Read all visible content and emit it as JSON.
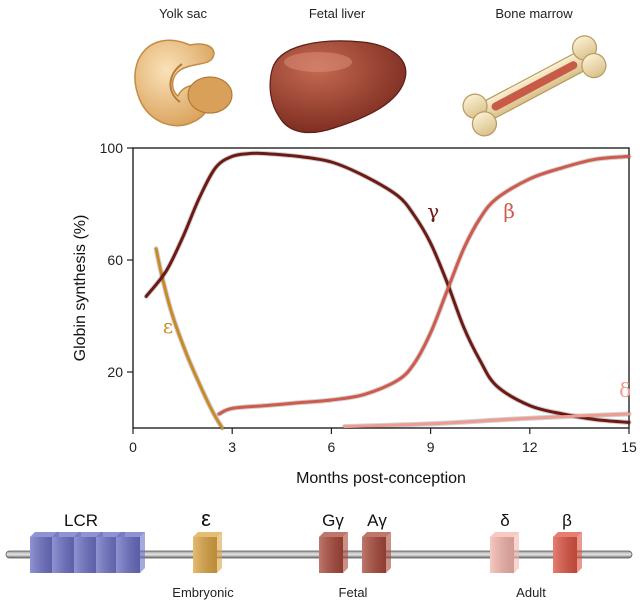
{
  "organs": [
    {
      "label": "Yolk sac",
      "icon": "yolk-sac-icon"
    },
    {
      "label": "Fetal liver",
      "icon": "liver-icon"
    },
    {
      "label": "Bone marrow",
      "icon": "bone-icon"
    }
  ],
  "chart_data": {
    "type": "line",
    "xlabel": "Months post-conception",
    "ylabel": "Globin synthesis (%)",
    "xlim": [
      0,
      15
    ],
    "ylim": [
      0,
      100
    ],
    "xticks": [
      0,
      3,
      6,
      9,
      12,
      15
    ],
    "yticks": [
      20,
      60,
      100
    ],
    "grid": false,
    "series": [
      {
        "name": "ε",
        "color": "#c98a2a",
        "x": [
          0.7,
          0.9,
          1.2,
          1.6,
          2.0,
          2.4,
          2.7
        ],
        "y": [
          64,
          53,
          40,
          27,
          16,
          6,
          0
        ]
      },
      {
        "name": "γ",
        "color": "#6e1a14",
        "x": [
          0.4,
          1.0,
          1.5,
          2.0,
          2.5,
          3.0,
          3.5,
          4.0,
          5.0,
          6.0,
          7.0,
          8.0,
          8.5,
          9.0,
          9.5,
          10.0,
          10.5,
          11.0,
          12.0,
          13.0,
          14.0,
          15.0
        ],
        "y": [
          47,
          56,
          68,
          82,
          93,
          97,
          98,
          98,
          97,
          95,
          90,
          83,
          76,
          66,
          52,
          36,
          24,
          15,
          8,
          5,
          3,
          2
        ]
      },
      {
        "name": "β",
        "color": "#d05a4c",
        "x": [
          2.6,
          3.0,
          4.0,
          5.0,
          6.0,
          7.0,
          8.0,
          8.5,
          9.0,
          9.5,
          10.0,
          10.5,
          11.0,
          12.0,
          13.0,
          14.0,
          15.0
        ],
        "y": [
          5,
          7,
          8,
          9,
          10,
          12,
          17,
          23,
          34,
          49,
          64,
          75,
          82,
          89,
          93,
          96,
          97
        ]
      },
      {
        "name": "δ",
        "color": "#ef9c90",
        "x": [
          6.4,
          9.0,
          12.0,
          15.0
        ],
        "y": [
          0.5,
          1.5,
          3.5,
          5
        ]
      }
    ]
  },
  "genes": [
    {
      "label": "LCR",
      "color": "#6b6fc4"
    },
    {
      "label": "ε",
      "color": "#dca543"
    },
    {
      "label": "Gγ",
      "color": "#a9483a"
    },
    {
      "label": "Aγ",
      "color": "#a9483a"
    },
    {
      "label": "δ",
      "color": "#f5b7ad"
    },
    {
      "label": "β",
      "color": "#dd5443"
    }
  ],
  "stages": [
    "Embryonic",
    "Fetal",
    "Adult"
  ]
}
